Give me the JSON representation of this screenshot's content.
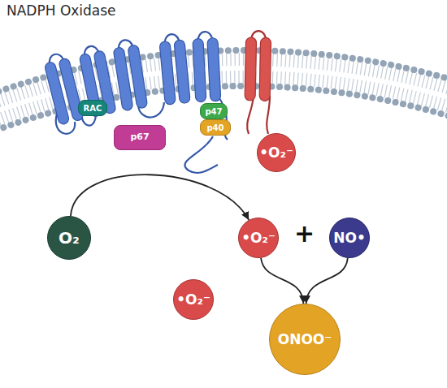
{
  "diagram": {
    "title": "NADPH Oxidase",
    "nodes": [
      {
        "text": [
          "RAC"
        ]
      },
      {
        "text": [
          "p47"
        ]
      },
      {
        "text": [
          "p40"
        ]
      },
      {
        "text": [
          "p67"
        ]
      },
      {
        "text": [
          "•O₂⁻"
        ]
      },
      {
        "text": [
          "O₂"
        ]
      },
      {
        "text": [
          "•O₂⁻"
        ]
      },
      {
        "text": [
          "NO•"
        ]
      },
      {
        "text": [
          "•O₂⁻"
        ]
      },
      {
        "text": [
          "ONOO⁻"
        ]
      }
    ],
    "edges": [
      {
        "from": 5,
        "to": 6,
        "arrow": "to"
      },
      {
        "from": 6,
        "to": 9,
        "arrow": "to"
      },
      {
        "from": 7,
        "to": 9,
        "arrow": "to"
      }
    ],
    "labels": [
      "+"
    ]
  }
}
